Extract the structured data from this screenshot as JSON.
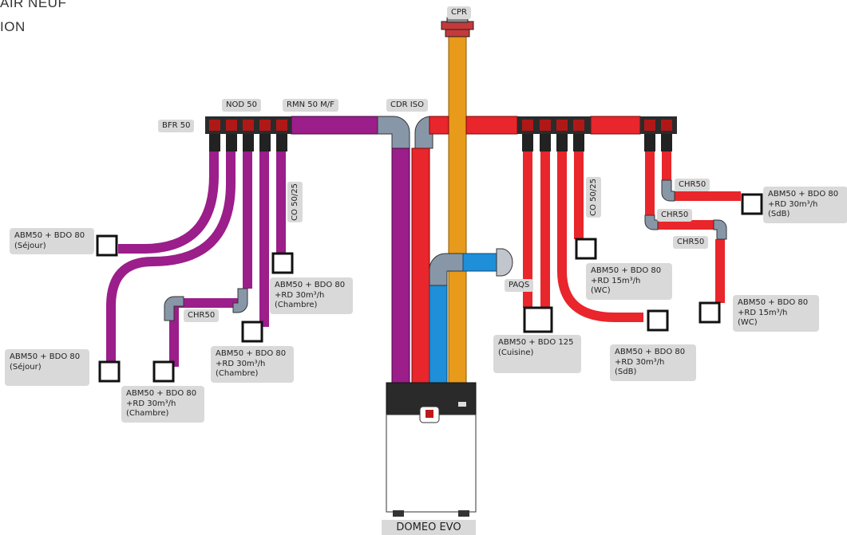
{
  "header": {
    "line1": "AIR NEUF",
    "line2": "ION"
  },
  "colors": {
    "exhaust": "#e8262b",
    "supply": "#9b1e8a",
    "fresh": "#1e8fd8",
    "reject": "#e89a1a",
    "elbow": "#8797a8"
  },
  "labels": {
    "cpr": "CPR",
    "nod50": "NOD 50",
    "rmn": "RMN 50 M/F",
    "cdr": "CDR ISO",
    "bfr": "BFR 50",
    "co_left": "CO 50/25",
    "co_right": "CO 50/25",
    "chr_left": "CHR50",
    "chr_r1": "CHR50",
    "chr_r2": "CHR50",
    "chr_r3": "CHR50",
    "paqs": "PAQS",
    "unit": "DOMEO EVO"
  },
  "terminals": {
    "sejour1": [
      "ABM50 + BDO 80",
      "(Séjour)"
    ],
    "sejour2": [
      "ABM50 + BDO 80",
      "(Séjour)"
    ],
    "chambre1": [
      "ABM50 + BDO 80",
      "+RD 30m³/h",
      "(Chambre)"
    ],
    "chambre2": [
      "ABM50 + BDO 80",
      "+RD 30m³/h",
      "(Chambre)"
    ],
    "chambre3": [
      "ABM50 + BDO 80",
      "+RD 30m³/h",
      "(Chambre)"
    ],
    "cuisine": [
      "ABM50 + BDO 125",
      "(Cuisine)"
    ],
    "wc1": [
      "ABM50 + BDO 80",
      "+RD 15m³/h",
      "(WC)"
    ],
    "sdb1": [
      "ABM50 + BDO 80",
      "+RD 30m³/h",
      "(SdB)"
    ],
    "sdb2": [
      "ABM50 + BDO 80",
      "+RD 30m³/h",
      "(SdB)"
    ],
    "wc2": [
      "ABM50 + BDO 80",
      "+RD 15m³/h",
      "(WC)"
    ]
  }
}
